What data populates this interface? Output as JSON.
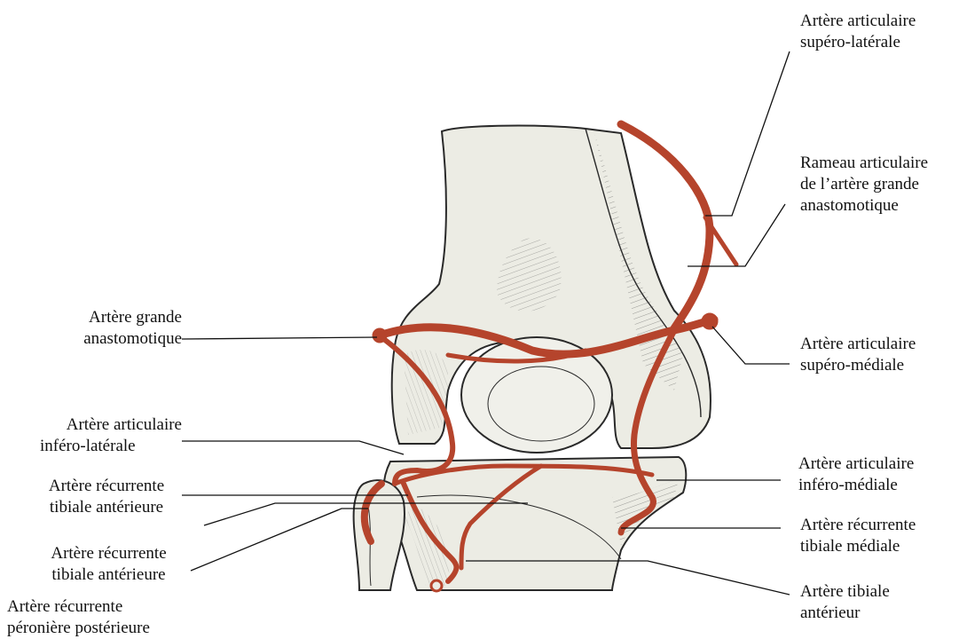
{
  "labels": {
    "sup_lat": [
      "Artère articulaire",
      "supéro-latérale"
    ],
    "rameau": [
      "Rameau articulaire",
      "de l’artère grande",
      "anastomotique"
    ],
    "grande_anast": [
      "Artère grande",
      "anastomotique"
    ],
    "sup_med": [
      "Artère articulaire",
      "supéro-médiale"
    ],
    "inf_lat": [
      "Artère articulaire",
      "inféro-latérale"
    ],
    "inf_med": [
      "Artère articulaire",
      "inféro-médiale"
    ],
    "rec_tib_ant_1": [
      "Artère récurrente",
      "tibiale antérieure"
    ],
    "rec_tib_med": [
      "Artère récurrente",
      "tibiale médiale"
    ],
    "rec_tib_ant_2": [
      "Artère récurrente",
      "tibiale antérieure"
    ],
    "tib_ant": [
      "Artère tibiale",
      "antérieur"
    ],
    "rec_per_post": [
      "Artère récurrente",
      "péronière postérieure"
    ]
  },
  "colors": {
    "artery": "#b5442c",
    "artery_dark": "#7a2a1a",
    "bone_fill": "#ecece4",
    "ink": "#2a2a2a"
  }
}
